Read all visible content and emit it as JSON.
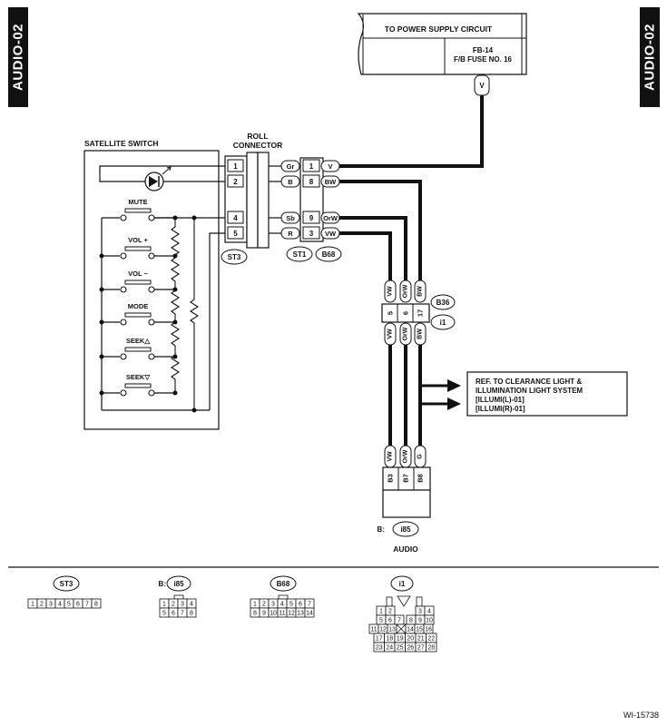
{
  "page_tag": "AUDIO-02",
  "power_supply": {
    "title": "TO POWER SUPPLY CIRCUIT",
    "fuse_line1": "FB-14",
    "fuse_line2": "F/B FUSE NO. 16",
    "wire": "V"
  },
  "satellite_switch": {
    "title": "SATELLITE SWITCH",
    "switches": [
      "MUTE",
      "VOL +",
      "VOL −",
      "MODE",
      "SEEK△",
      "SEEK▽"
    ]
  },
  "roll_connector": {
    "title_line1": "ROLL",
    "title_line2": "CONNECTOR",
    "pins": [
      "1",
      "2",
      "4",
      "5"
    ],
    "label": "ST3"
  },
  "st1_b68": {
    "wire_colors": [
      "Gr",
      "B",
      "Sb",
      "R"
    ],
    "pins": [
      "1",
      "8",
      "9",
      "3"
    ],
    "right_colors": [
      "V",
      "BW",
      "OrW",
      "VW"
    ],
    "label_left": "ST1",
    "label_right": "B68"
  },
  "b36_i1": {
    "top_colors": [
      "VW",
      "OrW",
      "BW"
    ],
    "pins": [
      "5",
      "6",
      "17"
    ],
    "bottom_colors": [
      "VW",
      "OrW",
      "BW"
    ],
    "label_top": "B36",
    "label_bottom": "i1"
  },
  "ref_box": {
    "line1": "REF. TO CLEARANCE LIGHT &",
    "line2": "ILLUMINATION LIGHT SYSTEM",
    "line3": "[ILLUMI(L)-01]",
    "line4": "[ILLUMI(R)-01]"
  },
  "audio": {
    "wire_colors": [
      "VW",
      "OrW",
      "G"
    ],
    "pins": [
      "B3",
      "B7",
      "B8"
    ],
    "prefix": "B:",
    "connector": "i85",
    "label": "AUDIO"
  },
  "legend": {
    "st3": {
      "label": "ST3",
      "pins": [
        "1",
        "2",
        "3",
        "4",
        "5",
        "6",
        "7",
        "8"
      ]
    },
    "i85": {
      "prefix": "B:",
      "label": "i85",
      "row1": [
        "1",
        "2",
        "3",
        "4"
      ],
      "row2": [
        "5",
        "6",
        "7",
        "8"
      ]
    },
    "b68": {
      "label": "B68",
      "row1": [
        "1",
        "2",
        "3",
        "4",
        "5",
        "6",
        "7"
      ],
      "row2": [
        "8",
        "9",
        "10",
        "11",
        "12",
        "13",
        "14"
      ]
    },
    "i1": {
      "label": "i1",
      "row1": [
        "1",
        "2",
        "3",
        "4"
      ],
      "row2": [
        "5",
        "6",
        "7",
        "8",
        "9",
        "10"
      ],
      "row3": [
        "11",
        "12",
        "13",
        "14",
        "15",
        "16"
      ],
      "row4": [
        "17",
        "18",
        "19",
        "20",
        "21",
        "22"
      ],
      "row5": [
        "23",
        "24",
        "25",
        "26",
        "27",
        "28"
      ]
    }
  },
  "doc_code": "WI-15738"
}
